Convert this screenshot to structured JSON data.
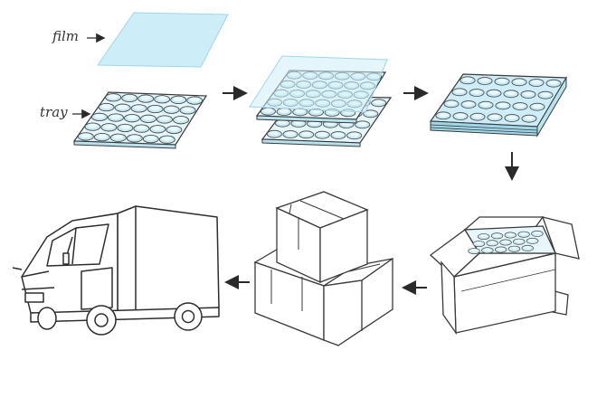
{
  "labels": {
    "film": "film",
    "tray": "tray"
  },
  "colors": {
    "film": "#cdeef8",
    "film_edge": "#9fd6e8",
    "tray": "#e6f6fb",
    "cup": "#b9e3f1",
    "line": "#3a3a3a",
    "arrow": "#2a2a2a"
  },
  "steps": [
    {
      "name": "film-and-tray",
      "icon": "film-tray-icon"
    },
    {
      "name": "stacked-film-on-tray",
      "icon": "stacked-trays-icon"
    },
    {
      "name": "sealed-tray-stack",
      "icon": "tray-stack-icon"
    },
    {
      "name": "packed-in-carton",
      "icon": "open-box-icon"
    },
    {
      "name": "stacked-cartons",
      "icon": "cartons-icon"
    },
    {
      "name": "truck-shipping",
      "icon": "truck-icon"
    }
  ]
}
